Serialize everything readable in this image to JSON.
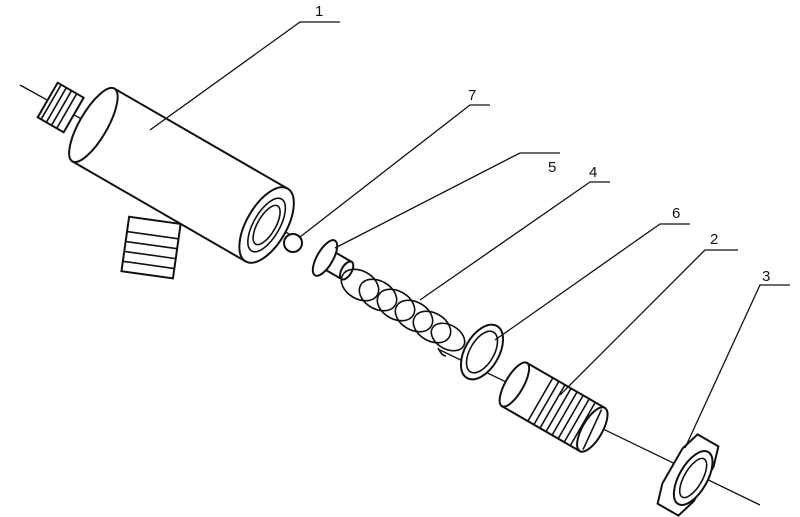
{
  "diagram": {
    "type": "exploded-view assembly drawing",
    "callouts": [
      "1",
      "7",
      "5",
      "4",
      "6",
      "2",
      "3"
    ],
    "colors": {
      "ink": "#111111",
      "background": "#ffffff"
    }
  }
}
